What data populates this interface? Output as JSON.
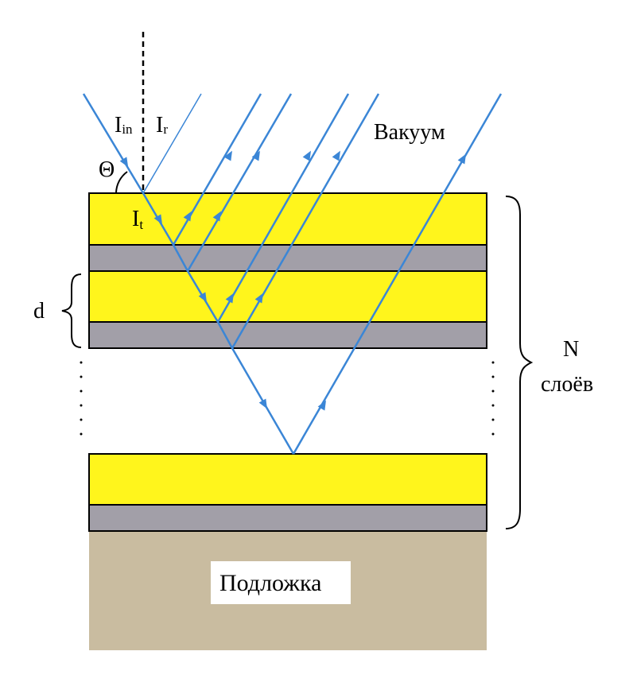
{
  "labels": {
    "incident": "I",
    "incident_sub": "in",
    "reflected": "I",
    "reflected_sub": "r",
    "transmitted": "I",
    "transmitted_sub": "t",
    "angle": "Θ",
    "vacuum": "Вакуум",
    "period": "d",
    "layers_count": "N",
    "layers_word": "слоёв",
    "substrate": "Подложка"
  },
  "colors": {
    "layer_a": "#fff51c",
    "layer_b": "#a29fa8",
    "substrate": "#c9bca0",
    "ray": "#3b86d6",
    "outline": "#000000"
  }
}
